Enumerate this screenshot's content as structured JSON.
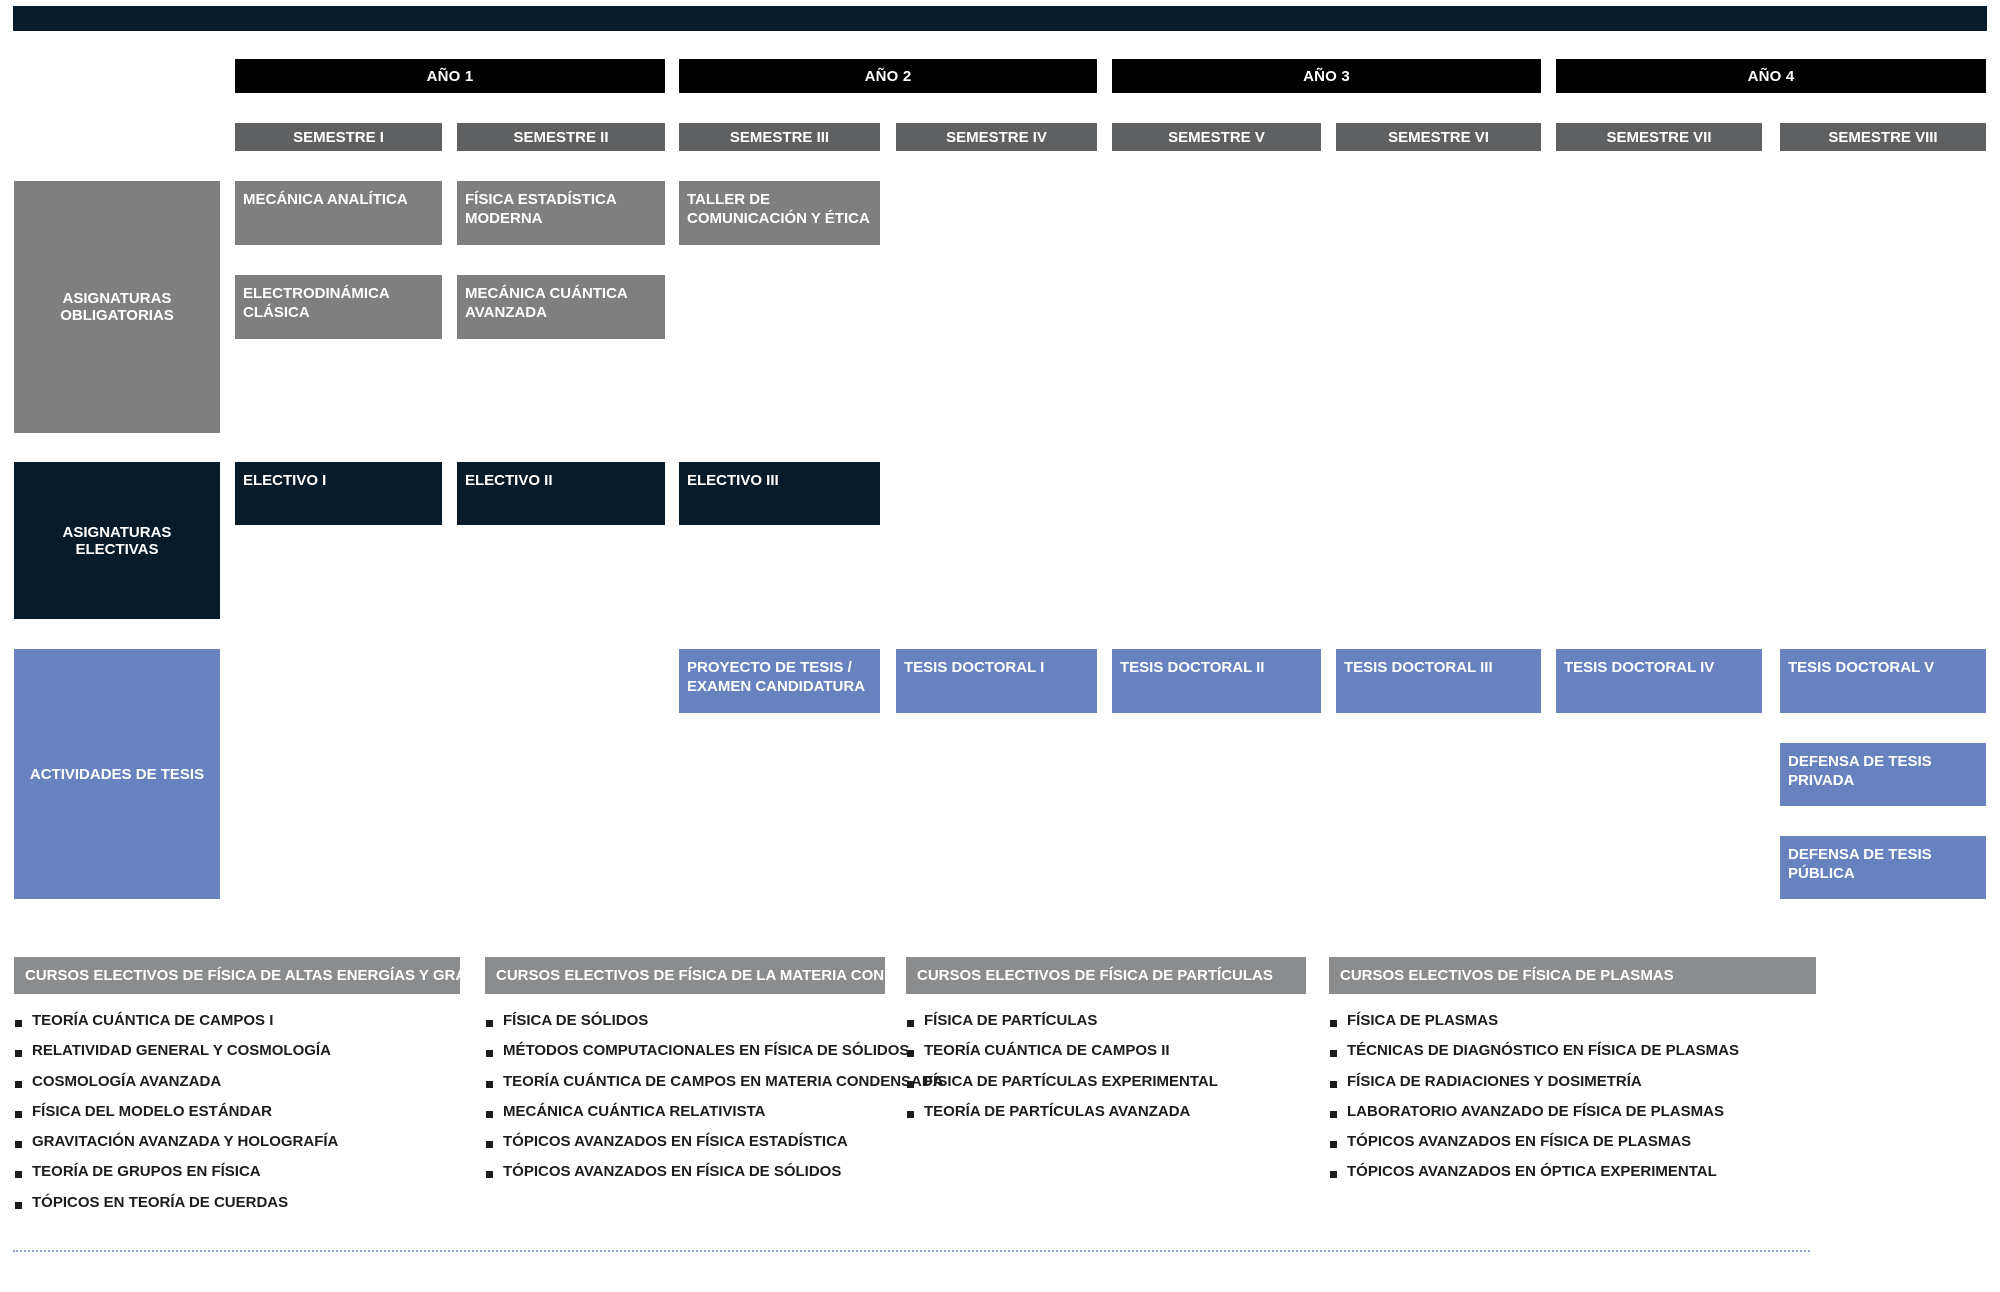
{
  "years": [
    "AÑO 1",
    "AÑO 2",
    "AÑO 3",
    "AÑO 4"
  ],
  "semesters": [
    "SEMESTRE I",
    "SEMESTRE II",
    "SEMESTRE III",
    "SEMESTRE IV",
    "SEMESTRE V",
    "SEMESTRE VI",
    "SEMESTRE VII",
    "SEMESTRE VIII"
  ],
  "row_labels": {
    "mandatory": "ASIGNATURAS OBLIGATORIAS",
    "electives": "ASIGNATURAS ELECTIVAS",
    "thesis": "ACTIVIDADES DE TESIS"
  },
  "mandatory_courses": {
    "sem1": [
      "MECÁNICA ANALÍTICA",
      "ELECTRODINÁMICA CLÁSICA"
    ],
    "sem2": [
      "FÍSICA ESTADÍSTICA\nMODERNA",
      "MECÁNICA CUÁNTICA\nAVANZADA"
    ],
    "sem3": [
      "TALLER DE\nCOMUNICACIÓN Y ÉTICA"
    ]
  },
  "elective_slots": [
    "ELECTIVO I",
    "ELECTIVO II",
    "ELECTIVO III"
  ],
  "thesis_activities": {
    "sem3": "PROYECTO DE TESIS /\nEXAMEN CANDIDATURA",
    "sem4": "TESIS DOCTORAL I",
    "sem5": "TESIS DOCTORAL II",
    "sem6": "TESIS DOCTORAL III",
    "sem7": "TESIS DOCTORAL IV",
    "sem8": [
      "TESIS DOCTORAL V",
      "DEFENSA DE TESIS PRIVADA",
      "DEFENSA DE TESIS PÚBLICA"
    ]
  },
  "elective_groups": [
    {
      "title": "CURSOS ELECTIVOS DE FÍSICA DE ALTAS ENERGÍAS Y GRAVITACIÓN",
      "items": [
        "TEORÍA CUÁNTICA DE CAMPOS I",
        "RELATIVIDAD GENERAL Y COSMOLOGÍA",
        "COSMOLOGÍA AVANZADA",
        "FÍSICA DEL MODELO ESTÁNDAR",
        "GRAVITACIÓN AVANZADA Y HOLOGRAFÍA",
        "TEORÍA DE GRUPOS EN FÍSICA",
        "TÓPICOS EN TEORÍA DE CUERDAS"
      ]
    },
    {
      "title": "CURSOS ELECTIVOS DE FÍSICA DE LA MATERIA CONDENSADA",
      "items": [
        "FÍSICA DE SÓLIDOS",
        "MÉTODOS COMPUTACIONALES EN FÍSICA DE SÓLIDOS",
        "TEORÍA CUÁNTICA DE CAMPOS EN MATERIA CONDENSADA",
        "MECÁNICA CUÁNTICA RELATIVISTA",
        "TÓPICOS AVANZADOS EN FÍSICA ESTADÍSTICA",
        "TÓPICOS AVANZADOS EN FÍSICA DE SÓLIDOS"
      ]
    },
    {
      "title": "CURSOS ELECTIVOS DE FÍSICA DE PARTÍCULAS",
      "items": [
        "FÍSICA DE PARTÍCULAS",
        "TEORÍA CUÁNTICA DE CAMPOS II",
        "FÍSICA DE PARTÍCULAS EXPERIMENTAL",
        "TEORÍA DE PARTÍCULAS AVANZADA"
      ]
    },
    {
      "title": "CURSOS ELECTIVOS  DE FÍSICA DE PLASMAS",
      "items": [
        "FÍSICA DE PLASMAS",
        "TÉCNICAS DE DIAGNÓSTICO EN FÍSICA DE PLASMAS",
        "FÍSICA DE RADIACIONES Y DOSIMETRÍA",
        "LABORATORIO AVANZADO DE FÍSICA DE PLASMAS",
        "TÓPICOS AVANZADOS EN FÍSICA DE PLASMAS",
        "TÓPICOS AVANZADOS EN ÓPTICA EXPERIMENTAL"
      ]
    }
  ],
  "colors": {
    "navy": "#081b2b",
    "gray": "#7f7f7f",
    "blue": "#6782bf",
    "semester_gray": "#5f6062"
  }
}
